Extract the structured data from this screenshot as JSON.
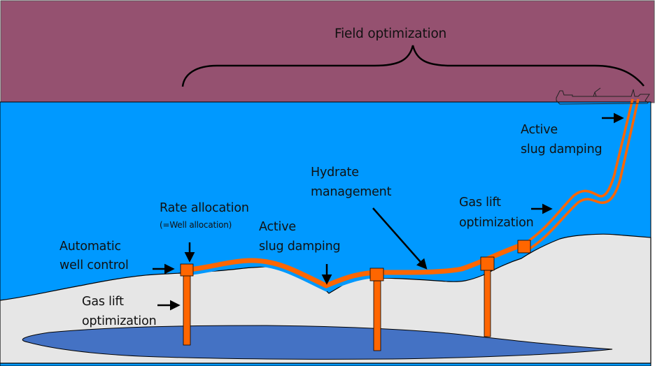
{
  "colors": {
    "sky": "#955170",
    "sea": "#0099FF",
    "seabed": "#E6E6E6",
    "reservoir": "#4472C4",
    "pipe": "#FF6600",
    "ink": "#000000"
  },
  "title": "Field optimization",
  "labels": {
    "auto_well_control": [
      "Automatic",
      "well control"
    ],
    "rate_allocation": "Rate allocation",
    "rate_allocation_note": "(=Well allocation)",
    "active_slug_mid": [
      "Active",
      "slug damping"
    ],
    "hydrate_management": [
      "Hydrate",
      "management"
    ],
    "gas_lift_left": [
      "Gas lift",
      "optimization"
    ],
    "gas_lift_right": [
      "Gas lift",
      "optimization"
    ],
    "active_slug_riser": [
      "Active",
      "slug damping"
    ]
  }
}
